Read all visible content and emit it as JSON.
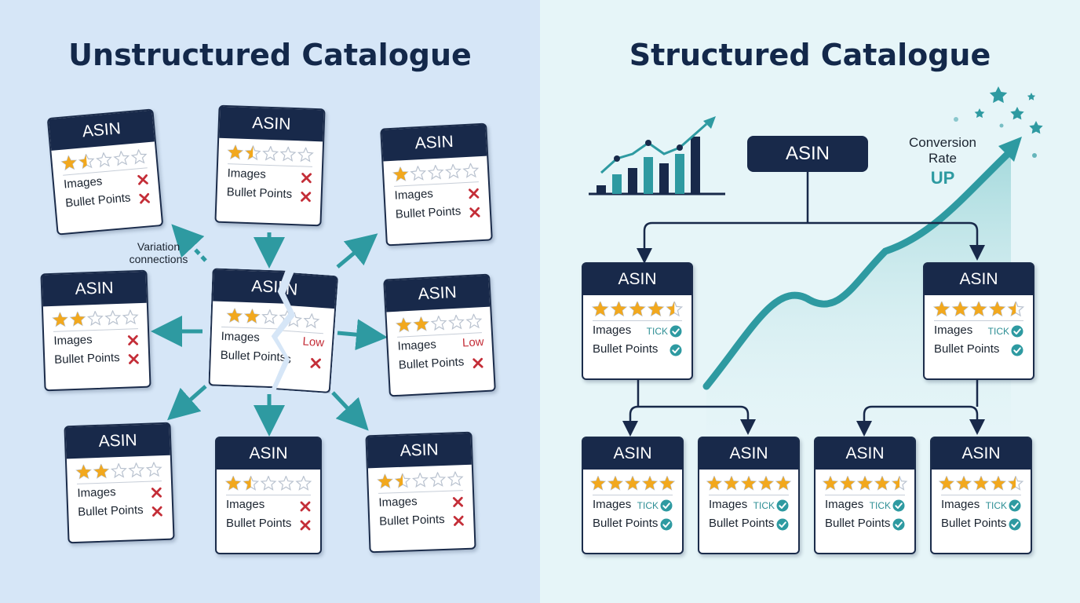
{
  "left": {
    "title": "Unstructured Catalogue",
    "variation_note": "Variation connections",
    "cards": [
      {
        "label": "ASIN",
        "rating": 1.5,
        "images": "Images",
        "bullets": "Bullet Points",
        "images_status": "cross",
        "bullets_status": "cross"
      },
      {
        "label": "ASIN",
        "rating": 1.5,
        "images": "Images",
        "bullets": "Bullet Points",
        "images_status": "cross",
        "bullets_status": "cross"
      },
      {
        "label": "ASIN",
        "rating": 1,
        "images": "Images",
        "bullets": "Bullet Points",
        "images_status": "cross",
        "bullets_status": "cross"
      },
      {
        "label": "ASIN",
        "rating": 2,
        "images": "Images",
        "bullets": "Bullet Points",
        "images_status": "cross",
        "bullets_status": "cross"
      },
      {
        "label": "ASIN",
        "rating": 2,
        "images": "Images",
        "bullets": "Bullet Points",
        "images_status": "low",
        "bullets_status": "cross",
        "low_label": "Low"
      },
      {
        "label": "ASIN",
        "rating": 2,
        "images": "Images",
        "bullets": "Bullet Points",
        "images_status": "low",
        "bullets_status": "cross",
        "low_label": "Low"
      },
      {
        "label": "ASIN",
        "rating": 2,
        "images": "Images",
        "bullets": "Bullet Points",
        "images_status": "cross",
        "bullets_status": "cross"
      },
      {
        "label": "ASIN",
        "rating": 1.5,
        "images": "Images",
        "bullets": "Bullet Points",
        "images_status": "cross",
        "bullets_status": "cross"
      },
      {
        "label": "ASIN",
        "rating": 1.5,
        "images": "Images",
        "bullets": "Bullet Points",
        "images_status": "cross",
        "bullets_status": "cross"
      }
    ]
  },
  "right": {
    "title": "Structured Catalogue",
    "top_asin": "ASIN",
    "conversion_label": "Conversion Rate",
    "conversion_value": "UP",
    "cards": [
      {
        "label": "ASIN",
        "rating": 4.5,
        "images": "Images",
        "bullets": "Bullet Points",
        "tick": "TICK"
      },
      {
        "label": "ASIN",
        "rating": 4.5,
        "images": "Images",
        "bullets": "Bullet Points",
        "tick": "TICK"
      },
      {
        "label": "ASIN",
        "rating": 5,
        "images": "Images",
        "bullets": "Bullet Points",
        "tick": "TICK"
      },
      {
        "label": "ASIN",
        "rating": 5,
        "images": "Images",
        "bullets": "Bullet Points",
        "tick": "TICK"
      },
      {
        "label": "ASIN",
        "rating": 4.5,
        "images": "Images",
        "bullets": "Bullet Points",
        "tick": "TICK"
      },
      {
        "label": "ASIN",
        "rating": 4.5,
        "images": "Images",
        "bullets": "Bullet Points",
        "tick": "TICK"
      }
    ]
  },
  "colors": {
    "left_bg": "#d6e6f7",
    "right_bg": "#e6f5f8",
    "navy": "#18294a",
    "teal": "#2e9aa1",
    "star": "#f2a81d",
    "cross": "#c42e38"
  },
  "icons": [
    "star-icon",
    "cross-icon",
    "check-icon",
    "arrow-icon",
    "bar-chart-icon",
    "trend-arrow-icon"
  ]
}
